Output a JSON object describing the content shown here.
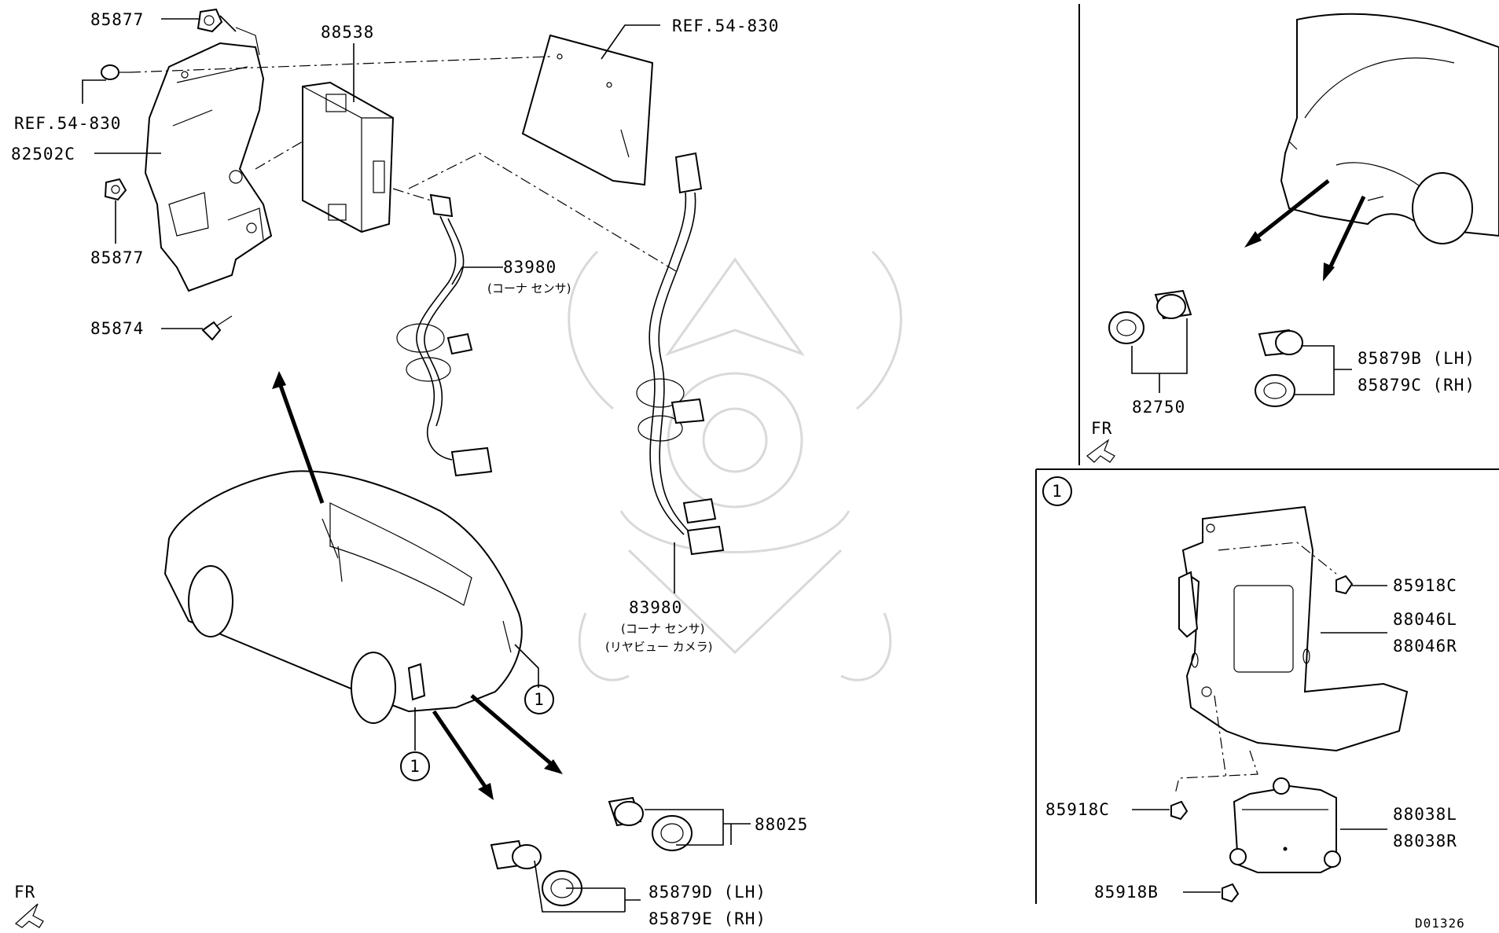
{
  "labels": {
    "p85877_top": "85877",
    "p88538": "88538",
    "ref_top": "REF.54-830",
    "ref_left": "REF.54-830",
    "p82502c": "82502C",
    "p85877_mid": "85877",
    "p85874": "85874",
    "p83980_a": "83980",
    "p83980_a_sub": "(コーナ センサ)",
    "p83980_b": "83980",
    "p83980_b_sub1": "(コーナ センサ)",
    "p83980_b_sub2": "(リヤビュー カメラ)",
    "p88025": "88025",
    "p85879d": "85879D (LH)",
    "p85879e": "85879E (RH)",
    "fr_left": "FR",
    "callout_a": "1",
    "callout_b": "1",
    "p82750": "82750",
    "p85879b": "85879B (LH)",
    "p85879c": "85879C (RH)",
    "fr_right": "FR",
    "inset_callout": "1",
    "p85918c_top": "85918C",
    "p88046l": "88046L",
    "p88046r": "88046R",
    "p85918c_mid": "85918C",
    "p88038l": "88038L",
    "p88038r": "88038R",
    "p85918b": "85918B",
    "diagram_code": "D01326"
  }
}
